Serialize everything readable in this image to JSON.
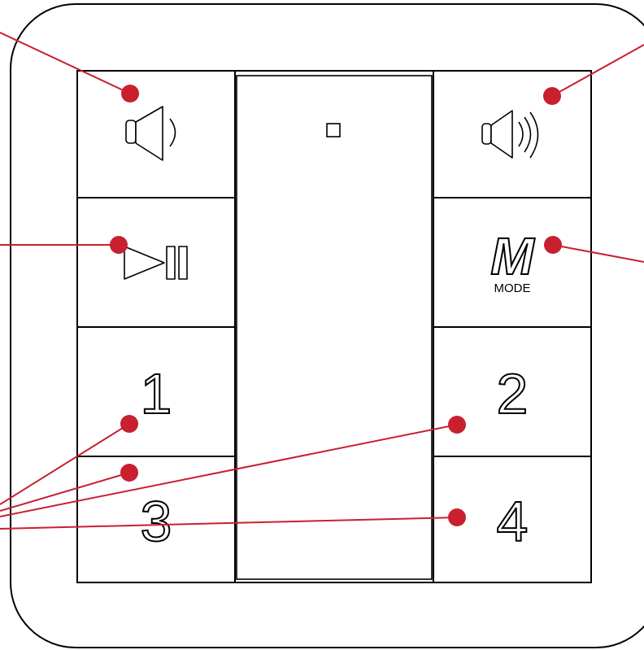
{
  "panel": {
    "buttons": [
      {
        "id": "volume-down",
        "icon": "speaker-low-icon"
      },
      {
        "id": "volume-up",
        "icon": "speaker-high-icon"
      },
      {
        "id": "play-pause",
        "icon": "play-pause-icon"
      },
      {
        "id": "mode",
        "icon": "mode-icon",
        "letter": "M",
        "label": "MODE"
      },
      {
        "id": "preset-1",
        "label": "1"
      },
      {
        "id": "preset-2",
        "label": "2"
      },
      {
        "id": "preset-3",
        "label": "3"
      },
      {
        "id": "preset-4",
        "label": "4"
      }
    ],
    "indicator": "status-led-icon"
  },
  "colors": {
    "callout": "#c8202f",
    "outline": "#000000",
    "background": "#ffffff"
  }
}
